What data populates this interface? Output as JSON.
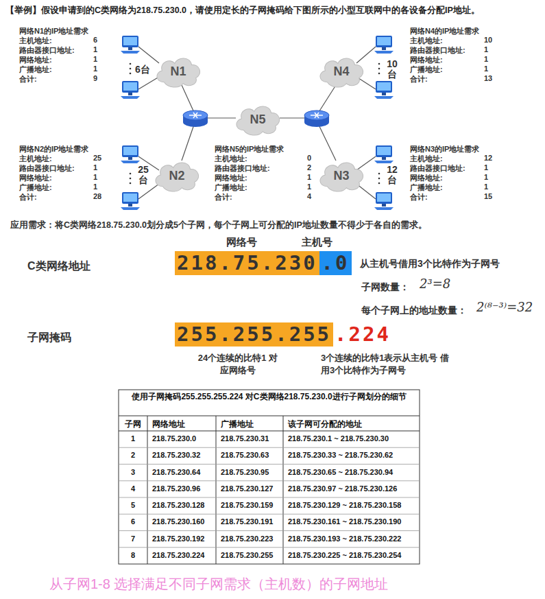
{
  "diagram": {
    "title": "【举例】假设申请到的C类网络为218.75.230.0，请使用定长的子网掩码给下图所示的小型互联网中的各设备分配IP地址。",
    "caption": "从子网1-8 选择满足不同子网需求（主机数）的子网地址",
    "nodes": [
      {
        "text": [
          "N1"
        ]
      },
      {
        "text": [
          "N4"
        ]
      },
      {
        "text": [
          "N5"
        ]
      },
      {
        "text": [
          "N2"
        ]
      },
      {
        "text": [
          "N3"
        ]
      },
      {
        "text": [
          "218.75.230"
        ]
      },
      {
        "text": [
          ".0"
        ]
      },
      {
        "text": [
          "255.255.255"
        ]
      }
    ],
    "labels": [
      "网络N1的IP地址需求",
      "主机地址:",
      "6",
      "路由器接口地址:",
      "1",
      "网络地址:",
      "1",
      "广播地址:",
      "1",
      "合计:",
      "9",
      "网络N4的IP地址需求",
      "主机地址:",
      "10",
      "路由器接口地址:",
      "1",
      "网络地址:",
      "1",
      "广播地址:",
      "1",
      "合计:",
      "13",
      "网络N2的IP地址需求",
      "主机地址:",
      "25",
      "路由器接口地址:",
      "1",
      "网络地址:",
      "1",
      "广播地址:",
      "1",
      "合计:",
      "28",
      "网络N5的IP地址需求",
      "主机地址:",
      "0",
      "路由器接口地址:",
      "2",
      "网络地址:",
      "1",
      "广播地址:",
      "1",
      "合计:",
      "4",
      "网络N3的IP地址需求",
      "主机地址:",
      "12",
      "路由器接口地址:",
      "1",
      "网络地址:",
      "1",
      "广播地址:",
      "1",
      "合计:",
      "15",
      "6台",
      "10 台",
      "25 台",
      "12 台",
      "应用需求：将C类网络218.75.230.0划分成5个子网，每个子网上可分配的IP地址数量不得少于各自的需求。",
      "网络号",
      "主机号",
      "C类网络地址",
      "从主机号借用3个比特作为子网号",
      "子网数量：",
      "2³=8",
      "每个子网上的地址数量：",
      "2⁽⁸⁻³⁾=32",
      "子网掩码",
      ".224",
      "24个连续的比特1 对应网络号",
      "3个连续的比特1表示从主机号 借用3个比特作为子网号",
      "使用子网掩码255.255.255.224 对C类网络218.75.230.0进行子网划分的细节",
      "子网",
      "网络地址",
      "广播地址",
      "该子网可分配的地址",
      "1",
      "218.75.230.0",
      "218.75.230.31",
      "218.75.230.1 ~ 218.75.230.30",
      "2",
      "218.75.230.32",
      "218.75.230.63",
      "218.75.230.33 ~ 218.75.230.62",
      "3",
      "218.75.230.64",
      "218.75.230.95",
      "218.75.230.65 ~ 218.75.230.94",
      "4",
      "218.75.230.96",
      "218.75.230.127",
      "218.75.230.97 ~ 218.75.230.126",
      "5",
      "218.75.230.128",
      "218.75.230.159",
      "218.75.230.129 ~ 218.75.230.158",
      "6",
      "218.75.230.160",
      "218.75.230.191",
      "218.75.230.161 ~ 218.75.230.190",
      "7",
      "218.75.230.192",
      "218.75.230.223",
      "218.75.230.193 ~ 218.75.230.222",
      "8",
      "218.75.230.224",
      "218.75.230.255",
      "218.75.230.225 ~ 218.75.230.254"
    ]
  }
}
